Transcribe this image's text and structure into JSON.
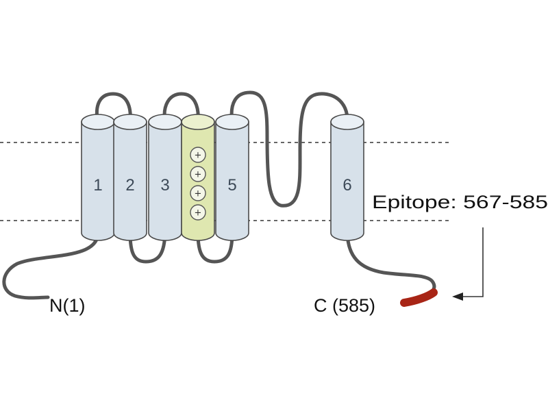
{
  "colors": {
    "helix_fill": "#d7e1ea",
    "helix_top": "#eaf0f5",
    "helix_stroke": "#4a4a4a",
    "voltage_sensor_fill": "#dfe7b0",
    "voltage_sensor_top": "#ecf1cf",
    "loop": "#555555",
    "membrane_line": "#666666",
    "epitope": "#a82516"
  },
  "helices": [
    {
      "label": "1"
    },
    {
      "label": "2"
    },
    {
      "label": "3"
    },
    {
      "label": "",
      "role": "voltage sensor (S4)",
      "charges": [
        "+",
        "+",
        "+",
        "+"
      ]
    },
    {
      "label": "5"
    },
    {
      "label": "6"
    }
  ],
  "labels": {
    "n_term": "N(1)",
    "c_term": "C (585)",
    "epitope": "Epitope: 567-585"
  }
}
